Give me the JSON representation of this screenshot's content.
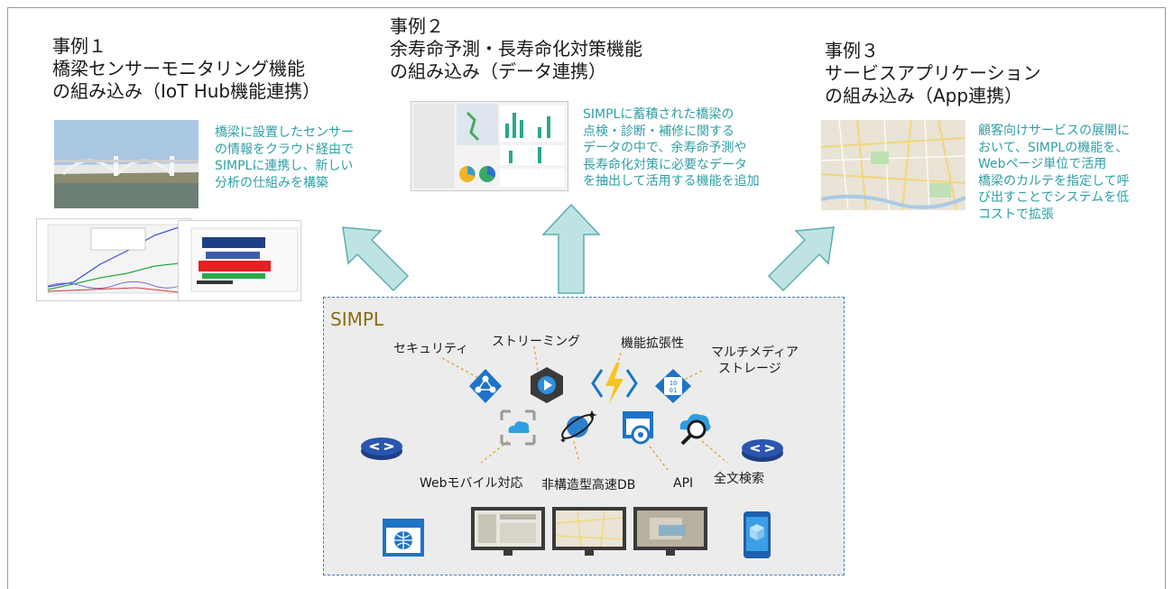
{
  "case1": {
    "title_lines": [
      "事例１",
      "橋梁センサーモニタリング機能",
      "の組み込み（IoT Hub機能連携）"
    ],
    "desc_lines": [
      "橋梁に設置したセンサー",
      "の情報をクラウド経由で",
      "SIMPLに連携し、新しい",
      "分析の仕組みを構築"
    ]
  },
  "case2": {
    "title_lines": [
      "事例２",
      "余寿命予測・長寿命化対策機能",
      "の組み込み（データ連携）"
    ],
    "desc_lines": [
      "SIMPLに蓄積された橋梁の",
      "点検・診断・補修に関する",
      "データの中で、余寿命予測や",
      "長寿命化対策に必要なデータ",
      "を抽出して活用する機能を追加"
    ]
  },
  "case3": {
    "title_lines": [
      "事例３",
      "サービスアプリケーション",
      "の組み込み（App連携）"
    ],
    "desc_lines": [
      "顧客向けサービスの展開に",
      "おいて、SIMPLの機能を、",
      "Webページ単位で活用",
      "橋梁のカルテを指定して呼",
      "び出すことでシステムを低",
      "コストで拡張"
    ]
  },
  "simpl": {
    "title": "SIMPL",
    "features": {
      "security": "セキュリティ",
      "streaming": "ストリーミング",
      "extensibility": "機能拡張性",
      "multimedia_line1": "マルチメディア",
      "multimedia_line2": "ストレージ",
      "web_mobile": "Webモバイル対応",
      "nosql_db": "非構造型高速DB",
      "api": "API",
      "search": "全文検索"
    }
  },
  "colors": {
    "accent_teal": "#2f9fa6",
    "arrow_fill": "#bfe3e3",
    "arrow_stroke": "#5aaeb2",
    "simpl_title": "#8a6d12",
    "azure_blue": "#1e73c8",
    "box_bg": "#ececec"
  },
  "icons": [
    "azure-ad-icon",
    "stream-analytics-icon",
    "functions-icon",
    "storage-icon",
    "cloud-app-icon",
    "cosmos-db-icon",
    "api-app-icon",
    "search-icon",
    "router-icon",
    "web-app-icon",
    "mobile-app-icon"
  ]
}
